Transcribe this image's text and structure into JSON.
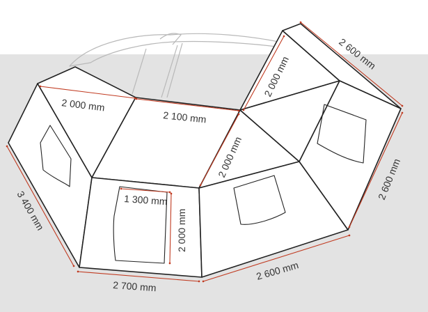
{
  "colors": {
    "background_band": "#e3e3e3",
    "dimension_line": "#c0391f",
    "outline": "#222222",
    "car_silhouette": "#b8b8b8"
  },
  "dimensions": {
    "top_right_width": "2 600 mm",
    "top_right_depth": "2 000 mm",
    "top_left_panel": "2 000 mm",
    "top_center_span": "2 100 mm",
    "diagonal_center": "2 000 mm",
    "right_side": "2 600 mm",
    "left_side": "3 400 mm",
    "door_width": "1 300 mm",
    "door_height": "2 000 mm",
    "bottom_front": "2 700 mm",
    "bottom_right": "2 600 mm"
  }
}
